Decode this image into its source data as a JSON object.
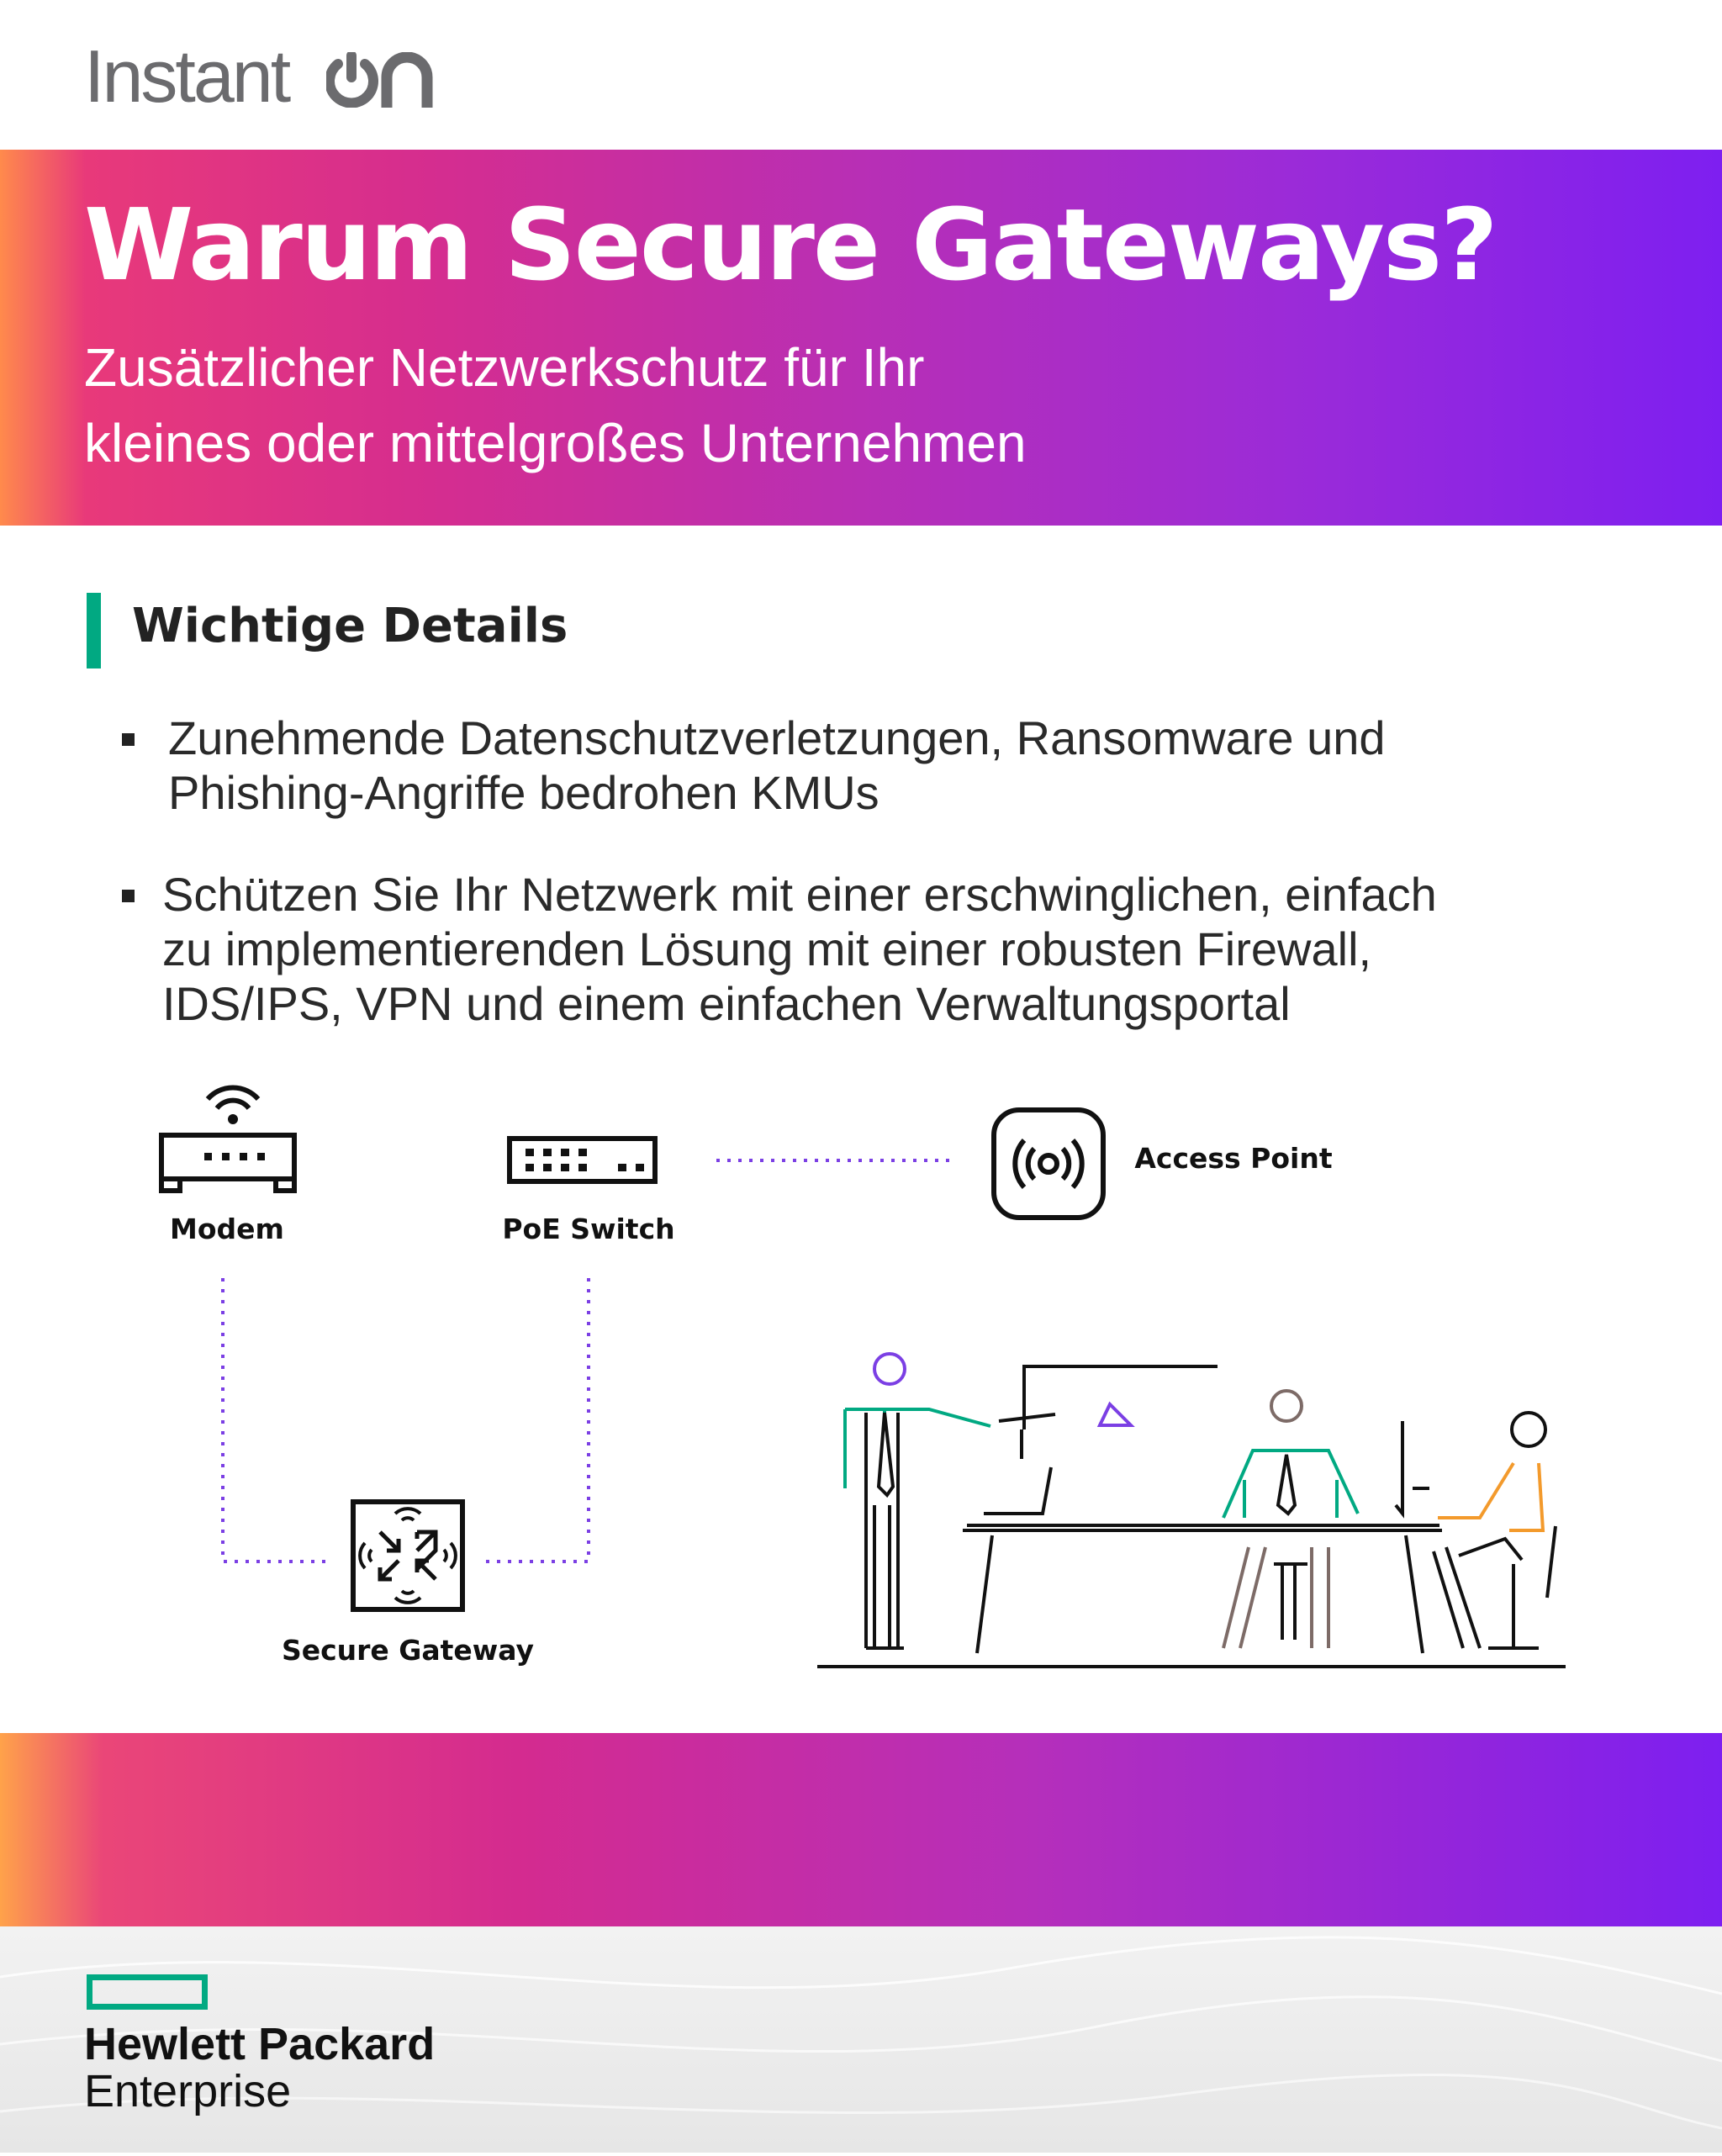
{
  "header": {
    "logo_text": "Instant",
    "logo_suffix": "on"
  },
  "banner": {
    "title": "Warum Secure Gateways?",
    "subtitle_line1": "Zusätzlicher Netzwerkschutz für Ihr",
    "subtitle_line2": "kleines oder mittelgroßes Unternehmen"
  },
  "details": {
    "heading": "Wichtige Details",
    "bullets": [
      {
        "line1": "Zunehmende Datenschutzverletzungen, Ransomware und",
        "line2": "Phishing-Angriffe bedrohen KMUs"
      },
      {
        "line1": "Schützen Sie Ihr Netzwerk mit einer erschwinglichen, einfach",
        "line2": "zu implementierenden Lösung mit einer robusten Firewall,",
        "line3": "IDS/IPS, VPN und einem einfachen Verwaltungsportal"
      }
    ]
  },
  "diagram": {
    "modem": "Modem",
    "switch": "PoE Switch",
    "access_point": "Access Point",
    "gateway": "Secure Gateway",
    "line_color": "#7b3fe4"
  },
  "footer": {
    "brand_line1": "Hewlett Packard",
    "brand_line2": "Enterprise",
    "brand_color": "#01a982"
  }
}
